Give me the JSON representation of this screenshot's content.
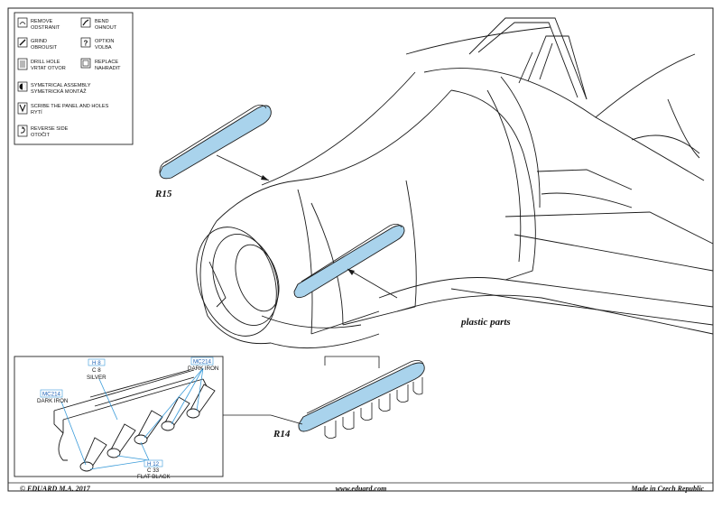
{
  "legend": {
    "items": [
      {
        "icon": "remove-icon",
        "line1": "REMOVE",
        "line2": "ODSTRANIT"
      },
      {
        "icon": "bend-icon",
        "line1": "BEND",
        "line2": "OHNOUT"
      },
      {
        "icon": "grind-icon",
        "line1": "GRIND",
        "line2": "OBROUSIT"
      },
      {
        "icon": "option-icon",
        "line1": "OPTION",
        "line2": "VOLBA"
      },
      {
        "icon": "drill-hole-icon",
        "line1": "DRILL HOLE",
        "line2": "VRTAT OTVOR"
      },
      {
        "icon": "replace-icon",
        "line1": "REPLACE",
        "line2": "NAHRADIT"
      },
      {
        "icon": "symmetrical-icon",
        "line1": "SYMETRICAL ASSEMBLY",
        "line2": "SYMETRICKÁ MONTÁŽ"
      },
      {
        "icon": "scribe-icon",
        "line1": "SCRIBE THE PANEL AND HOLES",
        "line2": "RYTÍ"
      },
      {
        "icon": "reverse-side-icon",
        "line1": "REVERSE SIDE",
        "line2": "OTOČIT"
      }
    ]
  },
  "parts": {
    "r15": "R15",
    "r14": "R14",
    "plastic_parts": "plastic parts"
  },
  "paints": {
    "top_left": {
      "code": "MC214",
      "name": "DARK IRON"
    },
    "top_right": {
      "code": "MC214",
      "name": "DARK IRON"
    },
    "middle": {
      "code": "H 8",
      "code2": "C 8",
      "name": "SILVER"
    },
    "bottom": {
      "code": "H 12",
      "code2": "C 33",
      "name": "FLAT BLACK"
    }
  },
  "footer": {
    "copyright": "© EDUARD  M.A. 2017",
    "website": "www.eduard.com",
    "made_in": "Made in Czech Republic"
  },
  "colors": {
    "part_fill": "#a9d3ec",
    "line": "#1a1a1a",
    "leader": "#3a9bd9"
  }
}
